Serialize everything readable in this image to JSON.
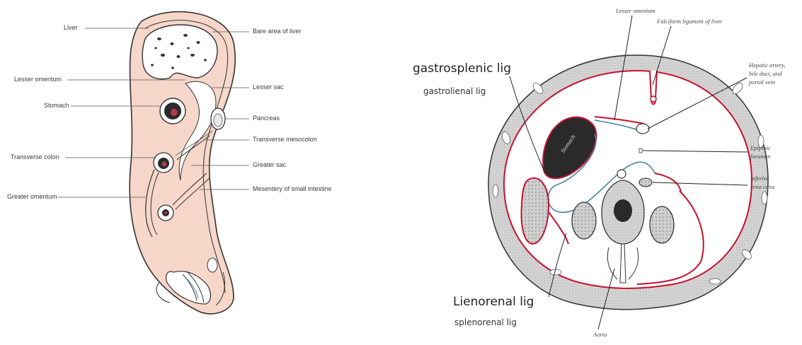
{
  "left_diagram": {
    "labels_left": [
      "Liver",
      "Lesser omentum",
      "Stomach",
      "Transverse colon",
      "Greater omentum"
    ],
    "labels_right": [
      "Bare area of liver",
      "Lesser sac",
      "Pancreas",
      "Transverse mesocolon",
      "Greater sac",
      "Mesentery of small intestine"
    ]
  },
  "right_diagram": {
    "labels_handwritten": {
      "gastrosplenic": "gastrosplenic lig",
      "gastrolienal": "gastrolienal lig",
      "lienorenal": "Lienorenal lig",
      "splenorenal": "splenorenal lig"
    },
    "labels_printed": {
      "lesser_omentum": "Lesser omentum",
      "falciform": "Falciform ligament of liver",
      "hepatic": [
        "Hepatic artery,",
        "bile duct, and",
        "portal vein"
      ],
      "epiploic": [
        "Epiploic",
        "foramen"
      ],
      "ivc": [
        "Inferior",
        "vena cava"
      ],
      "aorta": "Aorta",
      "stomach": "Stomach"
    }
  },
  "colors": {
    "peritoneum_fill": "#f6d7c9",
    "red_line": "#c8102e",
    "blue_line": "#4a84a0",
    "organ_dark": "#2a2a2a"
  }
}
